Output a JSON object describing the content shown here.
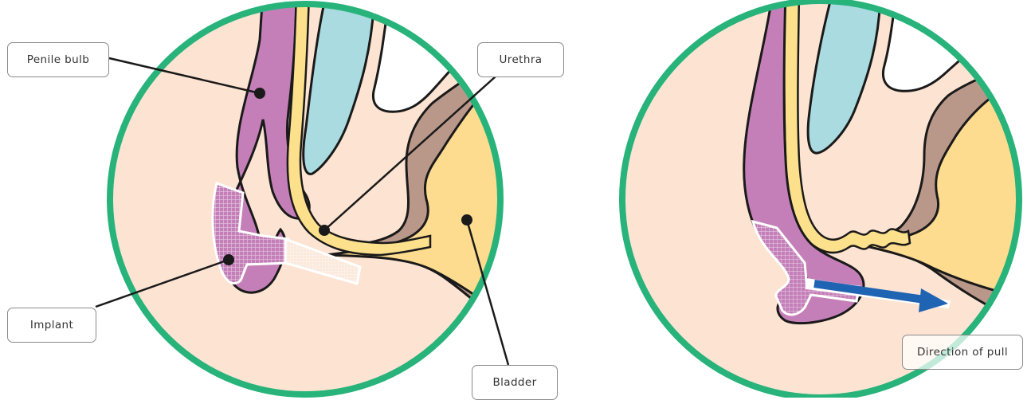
{
  "colors": {
    "ring": "#27b37a",
    "skin": "#fde4d2",
    "bulb": "#c47fb8",
    "urethra": "#fde08c",
    "bladder": "#fddb8f",
    "bone": "#a9dbe1",
    "muscle": "#b99889",
    "arrow": "#1f63b3",
    "outline": "#1a1a1a",
    "label_border": "#8a8a8a"
  },
  "labels": {
    "penile_bulb": "Penile bulb",
    "urethra": "Urethra",
    "implant": "Implant",
    "bladder": "Bladder",
    "direction_of_pull": "Direction of pull"
  },
  "icons": {
    "arrow": "right-arrow-icon"
  }
}
